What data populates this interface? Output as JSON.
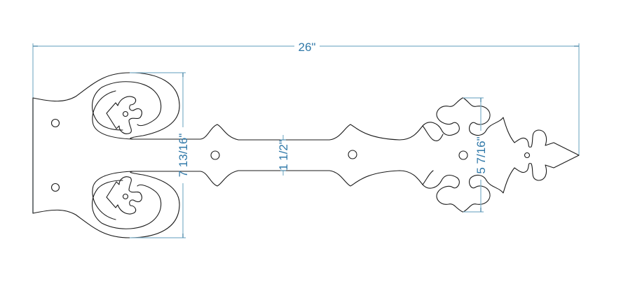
{
  "drawing": {
    "subject": "Decorative strap hinge",
    "line_color": "#1a1a1a",
    "dimension_color": "#2f78a8",
    "dimension_line_color": "#7fb1c9",
    "background": "#ffffff"
  },
  "dimensions": {
    "overall_length": {
      "label": "26\"",
      "orientation": "horizontal"
    },
    "leaf_height": {
      "label": "7 13/16\"",
      "orientation": "vertical"
    },
    "strap_width": {
      "label": "1 1/2\"",
      "orientation": "vertical"
    },
    "fleur_height": {
      "label": "5 7/16\"",
      "orientation": "vertical"
    }
  },
  "features": {
    "mounting_holes": 5,
    "pierced_heart_cutouts": 2,
    "strap_diamond_bulges": 2,
    "tip": "spear point"
  }
}
